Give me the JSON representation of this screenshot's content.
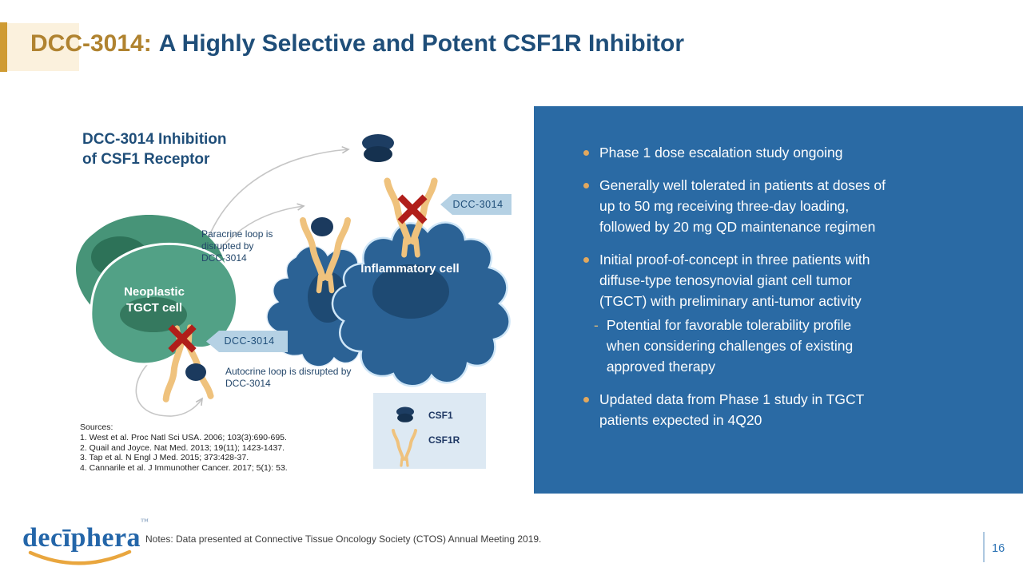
{
  "slide": {
    "title": {
      "highlight": "DCC-3014:",
      "rest": "A Highly Selective and Potent CSF1R Inhibitor"
    },
    "page_number": "16"
  },
  "diagram": {
    "heading": {
      "line1": "DCC-3014 Inhibition",
      "line2": "of CSF1 Receptor"
    },
    "labels": {
      "neoplastic_cell": "Neoplastic\nTGCT cell",
      "inflammatory_cell": "Inflammatory cell",
      "paracrine_note": "Paracrine loop is\ndisrupted by\nDCC-3014",
      "autocrine_note": "Autocrine loop is disrupted by\nDCC-3014",
      "callout_top": "DCC-3014",
      "callout_bottom": "DCC-3014"
    },
    "legend": {
      "items": [
        {
          "icon": "csf1-ligand-icon",
          "label": "CSF1"
        },
        {
          "icon": "csf1r-receptor-icon",
          "label": "CSF1R"
        }
      ]
    },
    "sources": {
      "heading": "Sources:",
      "lines": [
        "1. West et al. Proc Natl Sci USA. 2006; 103(3):690-695.",
        "2. Quail and Joyce. Nat Med. 2013; 19(11); 1423-1437.",
        "3. Tap et al. N Engl J Med. 2015; 373:428-37.",
        "4. Cannarile et al. J Immunother Cancer. 2017; 5(1): 53."
      ]
    }
  },
  "panel": {
    "bullets": [
      {
        "level": 1,
        "text": "Phase 1 dose escalation study ongoing"
      },
      {
        "level": 1,
        "text": "Generally well tolerated in patients at doses of\nup to 50 mg receiving three-day loading,\nfollowed by 20 mg QD maintenance regimen"
      },
      {
        "level": 1,
        "text": "Initial proof-of-concept in three patients with\ndiffuse-type tenosynovial giant cell tumor\n(TGCT) with preliminary anti-tumor activity"
      },
      {
        "level": 2,
        "marker": "-",
        "text": "Potential for favorable tolerability profile\nwhen considering challenges of existing\napproved therapy"
      },
      {
        "level": 1,
        "text": "Updated data from Phase 1 study in TGCT\npatients expected in 4Q20"
      }
    ]
  },
  "footer": {
    "logo_text": "decīphera",
    "logo_tm": "™",
    "notes": "Notes: Data presented at Connective Tissue Oncology Society (CTOS) Annual Meeting 2019."
  },
  "colors": {
    "title_accent": "#B08330",
    "title_main": "#1F4E79",
    "panel_bg": "#2A6AA4",
    "bullet_dot": "#E2A85E",
    "cell_green": "#4F9D81",
    "cell_green_nucleus": "#2E7A5F",
    "cell_blue": "#2B6295",
    "cell_blue_nucleus": "#1E4A73",
    "receptor_tan": "#EFC27D",
    "ligand_navy": "#1B3A5E",
    "inhibit_x_red": "#B01E1A",
    "callout_bg": "#B5D1E4",
    "legend_bg": "#DDE9F3",
    "arrow_gray": "#C4C4C4",
    "logo_blue": "#2466A9",
    "logo_swoosh_gold": "#E9A63E",
    "header_bar_gold": "#CF9B33",
    "header_highlight": "#FBF1DD"
  }
}
